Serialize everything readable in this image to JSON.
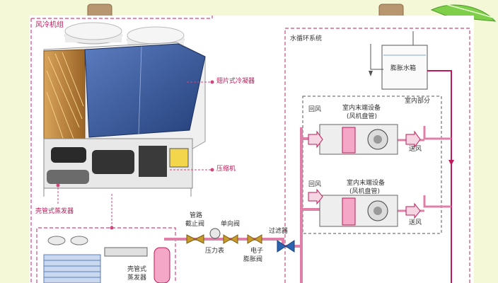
{
  "colors": {
    "background": "#f4f8d6",
    "panel": "#ffffff",
    "dashed_border": "#d1467e",
    "pipe_pink": "#e07fa8",
    "pipe_red": "#c0185a",
    "unit_blue": "#2f4e8a",
    "label_pink": "#c0185a",
    "label_dark": "#333333",
    "valve_gold": "#c89a2a",
    "filter_blue": "#2a63b0",
    "arrow_fill": "#f6d6e2"
  },
  "labels": {
    "air_cooled_unit": "风冷机组",
    "fin_condenser": "翅片式冷凝器",
    "compressor": "压缩机",
    "shell_tube_evaporator": "壳管式蒸发器",
    "water_circulation_system": "水循环系统",
    "expansion_tank": "膨胀水箱",
    "indoor_section": "室内部分",
    "return_air_1": "回风",
    "terminal_1_line1": "室内末端设备",
    "terminal_1_line2": "(风机盘管)",
    "supply_air_1": "送风",
    "return_air_2": "回风",
    "terminal_2_line1": "室内末端设备",
    "terminal_2_line2": "(风机盘管)",
    "supply_air_2": "送风",
    "pipe_stop_valve_line1": "管路",
    "pipe_stop_valve_line2": "截止阀",
    "check_valve": "单向阀",
    "filter": "过滤器",
    "pressure_gauge": "压力表",
    "electronic_expansion_valve_line1": "电子",
    "electronic_expansion_valve_line2": "膨胀阀",
    "evaporator_lower_line1": "壳管式",
    "evaporator_lower_line2": "蒸发器"
  }
}
